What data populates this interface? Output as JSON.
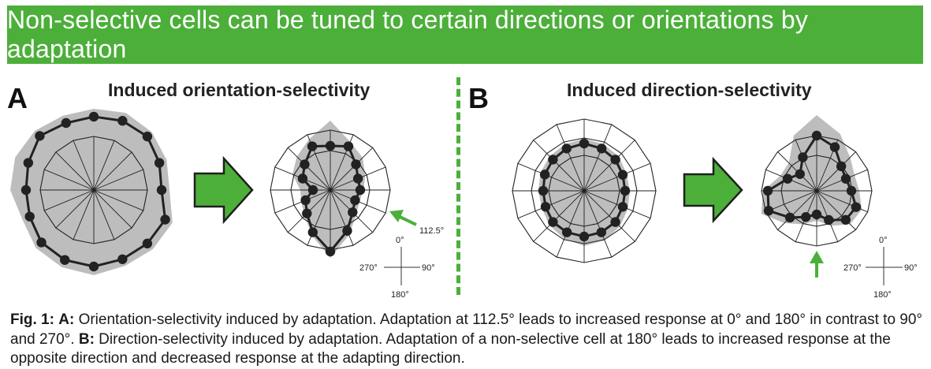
{
  "banner": {
    "text": "Non-selective cells can be tuned to certain directions or orientations by adaptation"
  },
  "panel_a": {
    "letter": "A",
    "title": "Induced orientation-selectivity",
    "adapt_label": "112.5°",
    "compass": {
      "up": "0°",
      "right": "90°",
      "down": "180°",
      "left": "270°"
    }
  },
  "panel_b": {
    "letter": "B",
    "title": "Induced direction-selectivity",
    "compass": {
      "up": "0°",
      "right": "90°",
      "down": "180°",
      "left": "270°"
    }
  },
  "colors": {
    "banner": "#4caf3a",
    "arrow": "#4caf3a",
    "shade": "#b9b9b9",
    "marker": "#222222"
  },
  "icons": [
    "right-arrow-icon",
    "adapt-arrow-icon"
  ],
  "caption": {
    "fig": "Fig. 1:",
    "a_label": "A:",
    "a_text": " Orientation-selectivity induced by adaptation. Adaptation at 112.5° leads to increased response at 0° and 180° in contrast to 90° and 270°. ",
    "b_label": "B:",
    "b_text": " Direction-selectivity induced by adaptation. Adaptation of a non-selective cell at 180° leads to increased response at the opposite direction and decreased response at the adapting direction."
  }
}
